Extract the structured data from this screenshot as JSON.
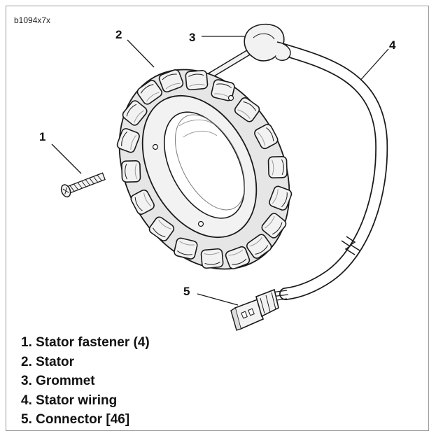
{
  "figure_id": "b1094x7x",
  "callouts": [
    "1",
    "2",
    "3",
    "4",
    "5"
  ],
  "legend": [
    "1. Stator fastener (4)",
    "2. Stator",
    "3. Grommet",
    "4. Stator wiring",
    "5. Connector [46]"
  ],
  "colors": {
    "line": "#1a1a1a",
    "fill": "#f2f2f2",
    "shade": "#cfcfcf",
    "frame": "#9a9a9a"
  },
  "icons": [
    "stator-drawing",
    "fastener-screw",
    "grommet",
    "wiring-harness",
    "connector-plug"
  ]
}
